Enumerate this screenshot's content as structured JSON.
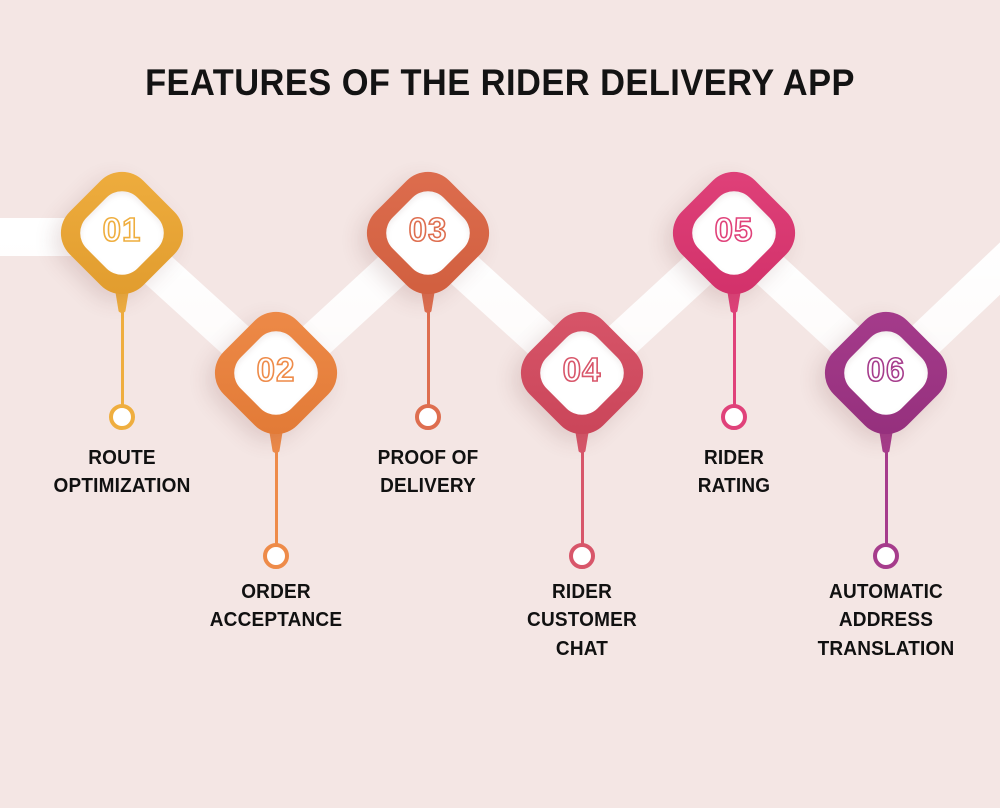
{
  "page": {
    "title": "FEATURES OF THE RIDER DELIVERY APP",
    "background_color": "#F4E6E4",
    "ribbon_color": "#FFFFFF",
    "label_color": "#111111"
  },
  "steps": [
    {
      "number": "01",
      "label": "ROUTE\nOPTIMIZATION",
      "color": "#EFAE3F",
      "color_dark": "#E09B2D",
      "row": "top"
    },
    {
      "number": "02",
      "label": "ORDER\nACCEPTANCE",
      "color": "#EE8B49",
      "color_dark": "#E17935",
      "row": "bottom"
    },
    {
      "number": "03",
      "label": "PROOF OF\nDELIVERY",
      "color": "#DE6E4F",
      "color_dark": "#D05E3E",
      "row": "top"
    },
    {
      "number": "04",
      "label": "RIDER\nCUSTOMER\nCHAT",
      "color": "#D8566A",
      "color_dark": "#C94458",
      "row": "bottom"
    },
    {
      "number": "05",
      "label": "RIDER\nRATING",
      "color": "#E0427A",
      "color_dark": "#D13069",
      "row": "top"
    },
    {
      "number": "06",
      "label": "AUTOMATIC\nADDRESS\nTRANSLATION",
      "color": "#A63C8C",
      "color_dark": "#942F7C",
      "row": "bottom"
    }
  ]
}
